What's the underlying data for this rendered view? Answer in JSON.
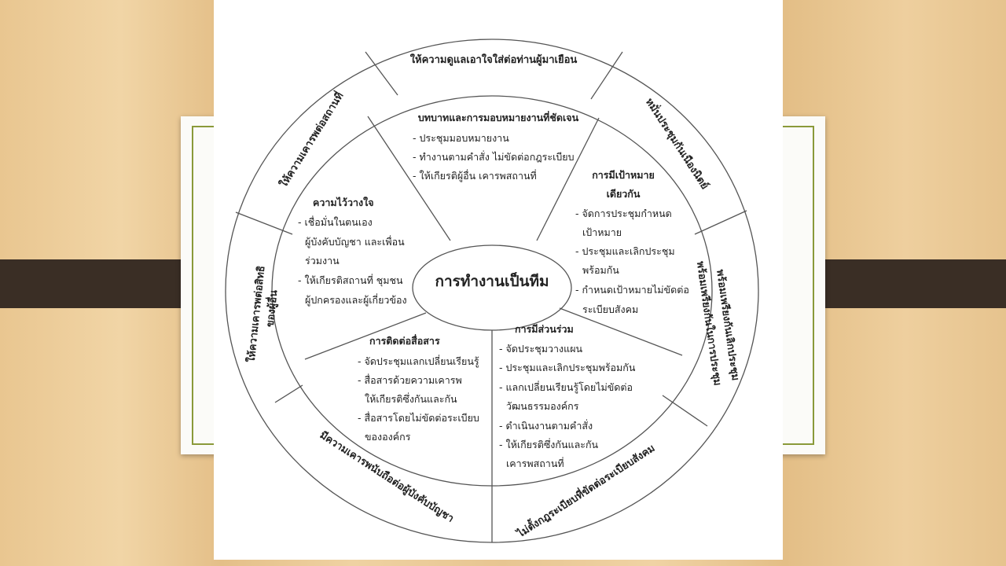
{
  "center": "การทำงานเป็นทีม",
  "inner": {
    "top": {
      "title": "บทบาทและการมอบหมายงานที่ชัดเจน",
      "lines": [
        "- ประชุมมอบหมายงาน",
        "- ทำงานตามคำสั่ง ไม่ขัดต่อกฎระเบียบ",
        "- ให้เกียรติผู้อื่น เคารพสถานที่"
      ]
    },
    "right": {
      "title": [
        "การมีเป้าหมาย",
        "เดียวกัน"
      ],
      "lines": [
        "- จัดการประชุมกำหนด",
        "เป้าหมาย",
        "- ประชุมและเลิกประชุม",
        "พร้อมกัน",
        "- กำหนดเป้าหมายไม่ขัดต่อ",
        "ระเบียบสังคม"
      ]
    },
    "bottom_right": {
      "title": "การมีส่วนร่วม",
      "lines": [
        "- จัดประชุมวางแผน",
        "- ประชุมและเลิกประชุมพร้อมกัน",
        "- แลกเปลี่ยนเรียนรู้โดยไม่ขัดต่อ",
        "วัฒนธรรมองค์กร",
        "- ดำเนินงานตามคำสั่ง",
        "- ให้เกียรติซึ่งกันและกัน",
        "เคารพสถานที่"
      ]
    },
    "bottom_left": {
      "title": "การติดต่อสื่อสาร",
      "lines": [
        "- จัดประชุมแลกเปลี่ยนเรียนรู้",
        "- สื่อสารด้วยความเคารพ",
        "ให้เกียรติซึ่งกันและกัน",
        "- สื่อสารโดยไม่ขัดต่อระเบียบ",
        "ขององค์กร"
      ]
    },
    "left": {
      "title": "ความไว้วางใจ",
      "lines": [
        "- เชื่อมั่นในตนเอง",
        "ผู้บังคับบัญชา และเพื่อน",
        "ร่วมงาน",
        "- ให้เกียรติสถานที่ ชุมชน",
        "ผู้ปกครองและผู้เกี่ยวข้อง"
      ]
    }
  },
  "outer": {
    "top": "ให้ความดูแลเอาใจใส่ต่อท่านผู้มาเยือน",
    "top_right": "หมั่นประชุมกันเนืองนิตย์",
    "right": [
      "พร้อมเพรียงกันในการประชุม",
      "พร้อมเพรียงกันเลิกประชุม"
    ],
    "bottom_right": "ไม่ตั้งกฎระเบียบที่ขัดต่อระเบียบสังคม",
    "bottom_left": "มีความเคารพนับถือต่อผู้บังคับบัญชา",
    "left": [
      "ให้ความเคารพต่อสิทธิ",
      "ของผู้อื่น"
    ],
    "top_left": "ให้ความเคารพต่อสถานที่"
  },
  "colors": {
    "bar": "#3a2e25",
    "frame": "#8a9a3a",
    "line": "#555555"
  }
}
